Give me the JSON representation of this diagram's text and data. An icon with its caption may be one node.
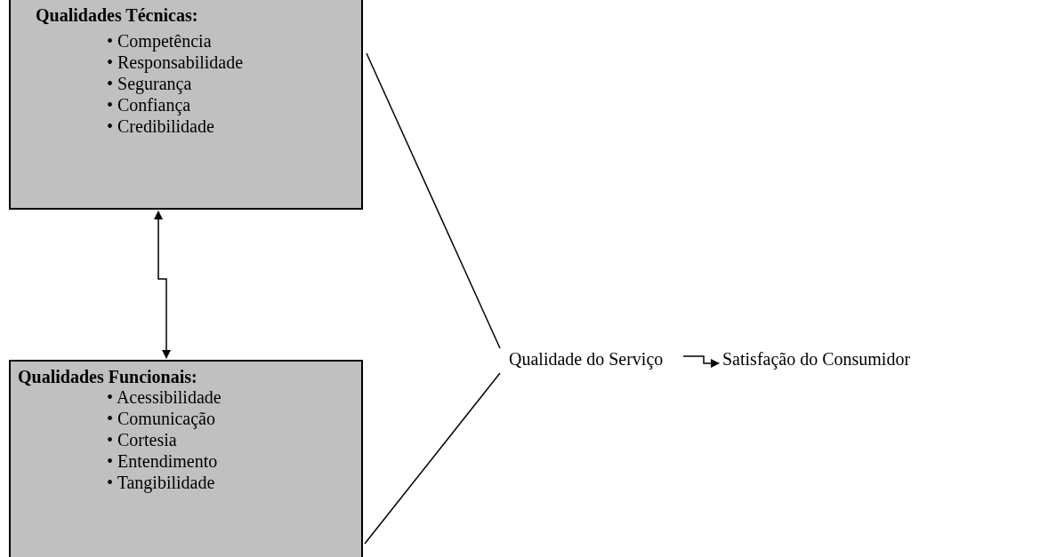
{
  "diagram": {
    "nodes": [
      {
        "text": [
          "Qualidades Técnicas:",
          "• Competência",
          "• Responsabilidade",
          "• Segurança",
          "• Confiança",
          "• Credibilidade"
        ]
      },
      {
        "text": [
          "Qualidades Funcionais:",
          "• Acessibilidade",
          "• Comunicação",
          "• Cortesia",
          "• Entendimento",
          "• Tangibilidade"
        ]
      },
      {
        "text": [
          "Qualidade do Serviço"
        ]
      },
      {
        "text": [
          "Satisfação do Consumidor"
        ]
      }
    ],
    "edges": [
      {
        "from": 0,
        "to": 1,
        "arrow": "both"
      },
      {
        "from": 0,
        "to": 2,
        "arrow": "none"
      },
      {
        "from": 1,
        "to": 2,
        "arrow": "none"
      },
      {
        "from": 2,
        "to": 3,
        "arrow": "to"
      }
    ]
  }
}
